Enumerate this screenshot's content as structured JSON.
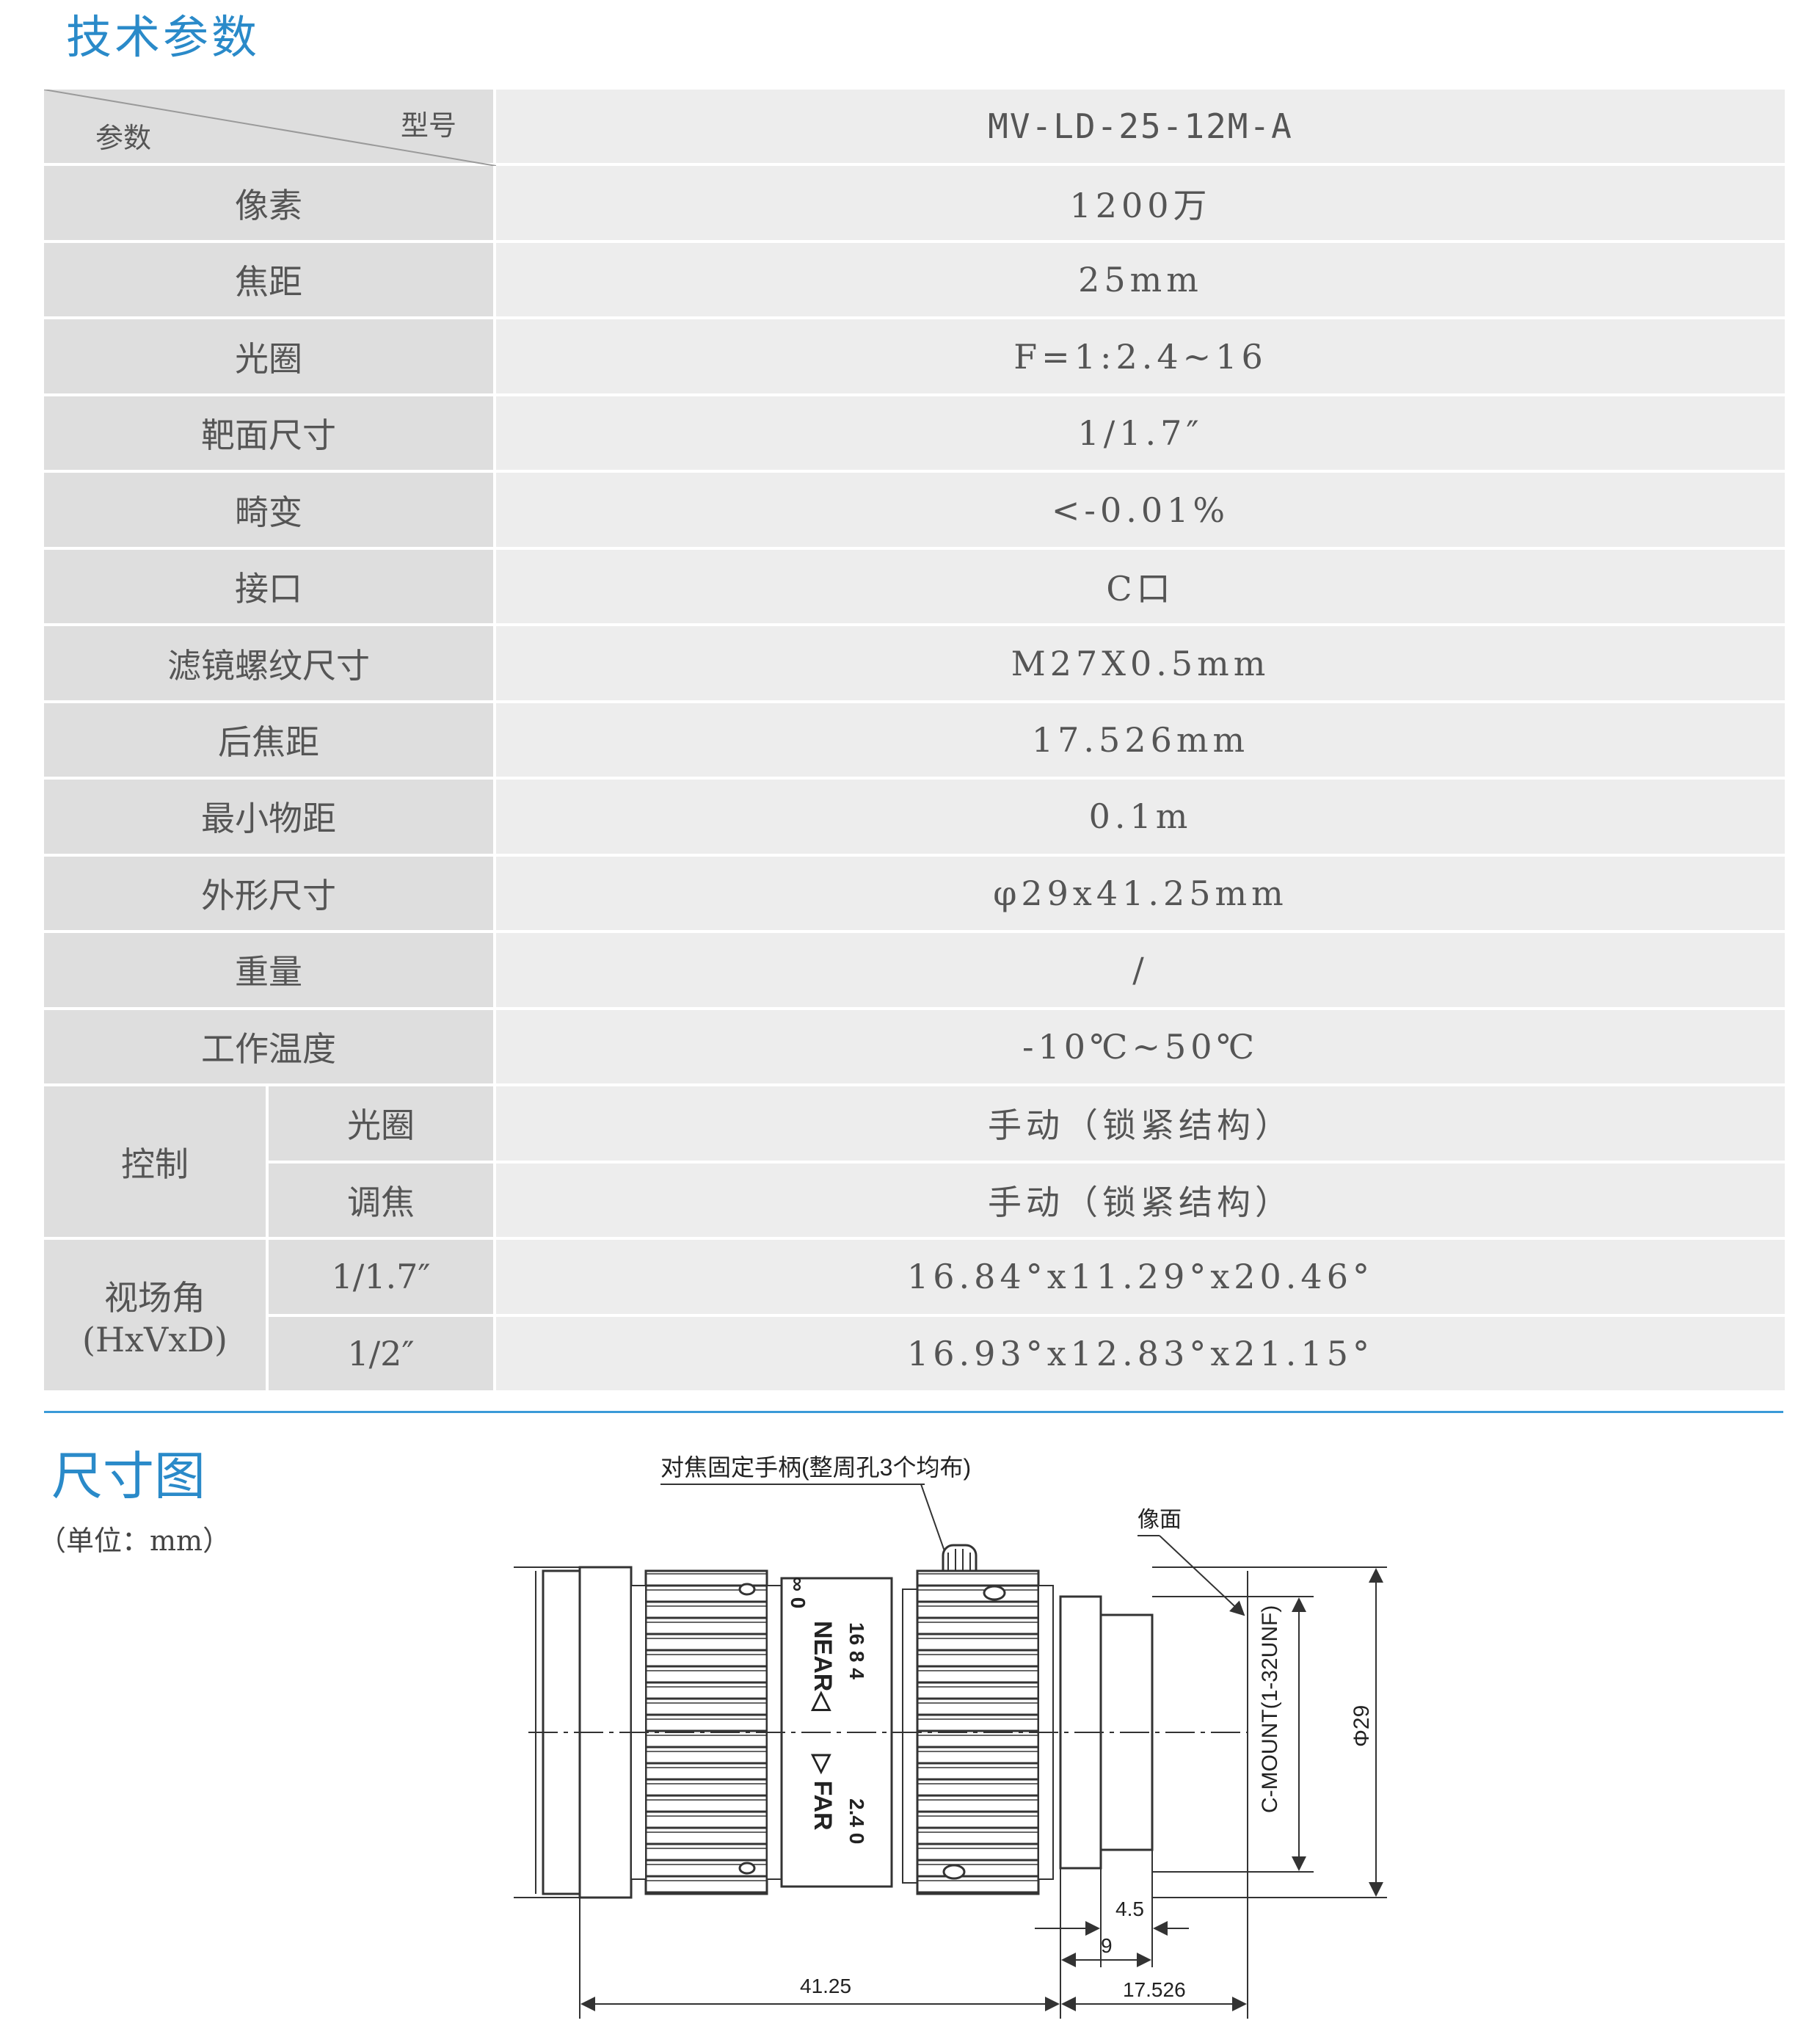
{
  "title": "技术参数",
  "table": {
    "header": {
      "corner_model": "型号",
      "corner_param": "参数",
      "model": "MV-LD-25-12M-A"
    },
    "rows": [
      {
        "param": "像素",
        "value": "1200万"
      },
      {
        "param": "焦距",
        "value": "25mm"
      },
      {
        "param": "光圈",
        "value": "F=1:2.4~16"
      },
      {
        "param": "靶面尺寸",
        "value": "1/1.7″"
      },
      {
        "param": "畸变",
        "value": "<-0.01%"
      },
      {
        "param": "接口",
        "value": "C口"
      },
      {
        "param": "滤镜螺纹尺寸",
        "value": "M27X0.5mm"
      },
      {
        "param": "后焦距",
        "value": "17.526mm"
      },
      {
        "param": "最小物距",
        "value": "0.1m"
      },
      {
        "param": "外形尺寸",
        "value": "φ29x41.25mm"
      },
      {
        "param": "重量",
        "value": "/"
      },
      {
        "param": "工作温度",
        "value": "-10℃~50℃"
      }
    ],
    "control": {
      "label": "控制",
      "items": [
        {
          "sub": "光圈",
          "value": "手动（锁紧结构）"
        },
        {
          "sub": "调焦",
          "value": "手动（锁紧结构）"
        }
      ]
    },
    "fov": {
      "label": "视场角",
      "label2": "(HxVxD)",
      "items": [
        {
          "sub": "1/1.7″",
          "value": "16.84°x11.29°x20.46°"
        },
        {
          "sub": "1/2″",
          "value": "16.93°x12.83°x21.15°"
        }
      ]
    }
  },
  "dimension": {
    "title": "尺寸图",
    "unit": "（单位：mm）",
    "drawing": {
      "handle_note": "对焦固定手柄(整周孔3个均布)",
      "image_plane": "像面",
      "near": "NEAR◁",
      "far": "▷ FAR",
      "scale_left": "∞ 0",
      "scale_mid": "16 8 4",
      "scale_right": "2.4 0",
      "mount": "C-MOUNT(1-32UNF)",
      "dia": "Φ29",
      "d1": "4.5",
      "d2": "9",
      "d3": "17.526",
      "d4": "41.25"
    }
  }
}
